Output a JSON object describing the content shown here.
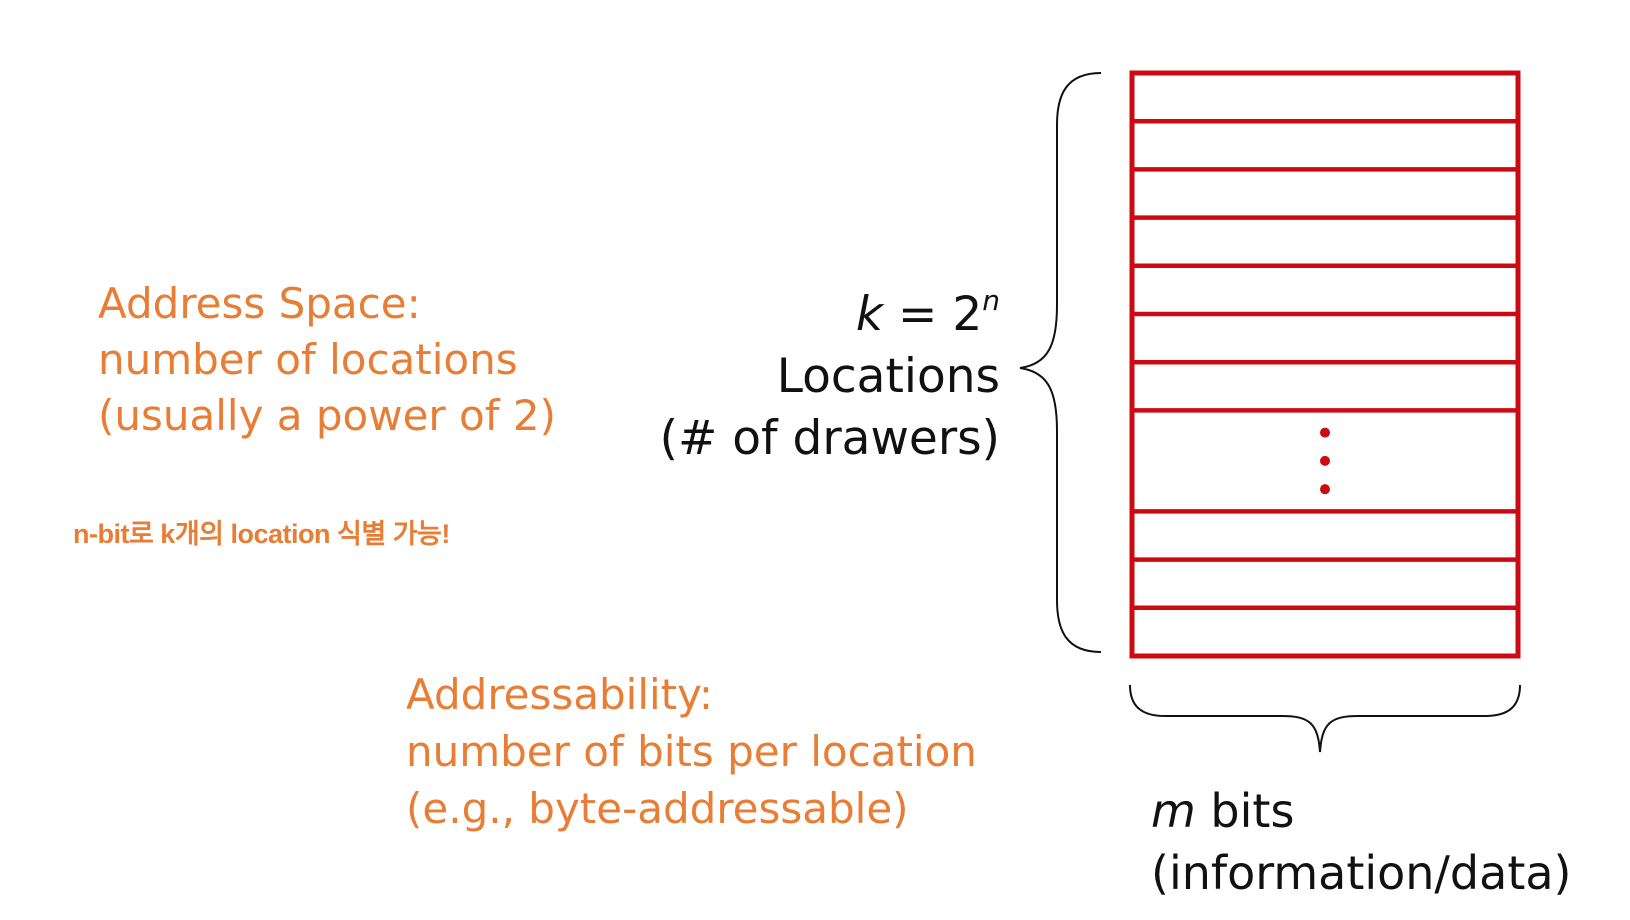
{
  "colors": {
    "accent_orange": "#e87d35",
    "grid_red": "#cc0a14",
    "text_black": "#111111"
  },
  "address_space": {
    "line1": "Address Space:",
    "line2": "number of locations",
    "line3": "(usually a power of 2)"
  },
  "korean_note": "n-bit로 k개의 location 식별 가능!",
  "locations": {
    "k_symbol": "k",
    "equals_base": " = 2",
    "n_symbol": "n",
    "line2": "Locations",
    "line3": "(# of drawers)"
  },
  "addressability": {
    "line1": "Addressability:",
    "line2": "number of bits per location",
    "line3": "(e.g., byte-addressable)"
  },
  "bits": {
    "m_symbol": "m",
    "line1_rest": " bits",
    "line2": "(information/data)"
  },
  "memory_grid": {
    "rows_above_gap": 7,
    "rows_below_gap": 3,
    "ellipsis_dots": 3
  }
}
